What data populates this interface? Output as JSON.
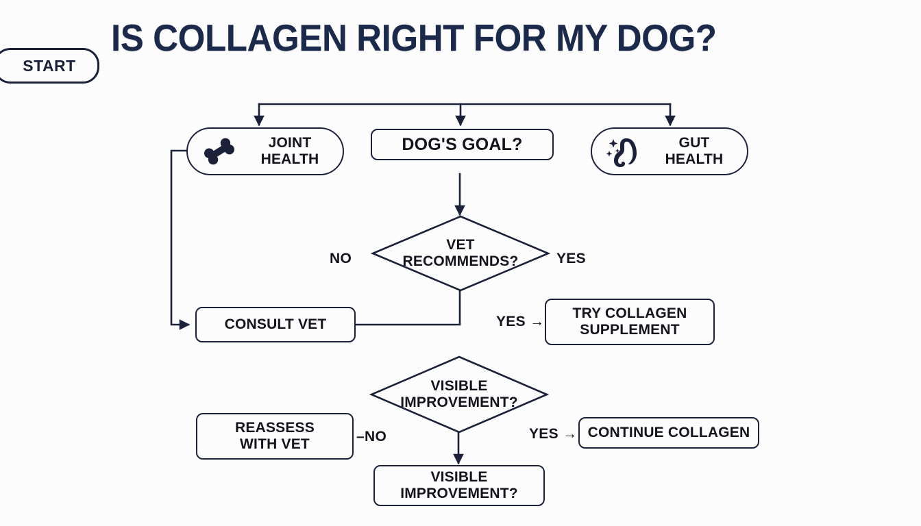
{
  "page": {
    "title": "IS COLLAGEN RIGHT FOR MY DOG?",
    "background_color": "#fcfcfd",
    "ink_color": "#1b2138",
    "title_color": "#1b2a4a"
  },
  "start": {
    "label": "START"
  },
  "chart_data": {
    "type": "flowchart",
    "title": "IS COLLAGEN RIGHT FOR MY DOG?",
    "nodes": [
      {
        "id": "start",
        "label": "START",
        "shape": "pill",
        "icon": "none"
      },
      {
        "id": "joint",
        "label": "JOINT HEALTH",
        "shape": "pill",
        "icon": "bone-icon"
      },
      {
        "id": "goal",
        "label": "DOG'S GOAL?",
        "shape": "rounded",
        "icon": "none"
      },
      {
        "id": "gut",
        "label": "GUT HEALTH",
        "shape": "pill",
        "icon": "stomach-sparkle-icon"
      },
      {
        "id": "vet",
        "label": "VET RECOMMENDS?",
        "shape": "diamond",
        "icon": "none"
      },
      {
        "id": "consult",
        "label": "CONSULT VET",
        "shape": "rounded",
        "icon": "none"
      },
      {
        "id": "try",
        "label": "TRY COLLAGEN SUPPLEMENT",
        "shape": "rounded",
        "icon": "none"
      },
      {
        "id": "improve",
        "label": "VISIBLE IMPROVEMENT?",
        "shape": "diamond",
        "icon": "none"
      },
      {
        "id": "reassess",
        "label": "REASSESS WITH VET",
        "shape": "rounded",
        "icon": "none"
      },
      {
        "id": "continue",
        "label": "CONTINUE COLLAGEN",
        "shape": "rounded",
        "icon": "none"
      },
      {
        "id": "improve_box",
        "label": "VISIBLE IMPROVEMENT?",
        "shape": "rounded",
        "icon": "none"
      }
    ],
    "edges": [
      {
        "from": "goal_bus",
        "to": "joint",
        "label": ""
      },
      {
        "from": "goal_bus",
        "to": "goal",
        "label": ""
      },
      {
        "from": "goal_bus",
        "to": "gut",
        "label": ""
      },
      {
        "from": "goal",
        "to": "vet",
        "label": ""
      },
      {
        "from": "joint",
        "to": "consult",
        "label": ""
      },
      {
        "from": "vet",
        "to": "consult",
        "label": "NO"
      },
      {
        "from": "vet",
        "to": "try",
        "label": "YES"
      },
      {
        "from": "improve",
        "to": "reassess",
        "label": "NO"
      },
      {
        "from": "improve",
        "to": "continue",
        "label": "YES"
      },
      {
        "from": "improve",
        "to": "improve_box",
        "label": ""
      }
    ]
  },
  "nodes": {
    "joint": {
      "line1": "JOINT",
      "line2": "HEALTH",
      "icon": "bone-icon"
    },
    "goal": {
      "label": "DOG'S GOAL?"
    },
    "gut": {
      "line1": "GUT",
      "line2": "HEALTH",
      "icon": "stomach-sparkle-icon"
    },
    "vet": {
      "line1": "VET",
      "line2": "RECOMMENDS?"
    },
    "consult": {
      "label": "CONSULT VET"
    },
    "try": {
      "line1": "TRY COLLAGEN",
      "line2": "SUPPLEMENT"
    },
    "improve": {
      "line1": "VISIBLE",
      "line2": "IMPROVEMENT?"
    },
    "reassess": {
      "line1": "REASSESS",
      "line2": "WITH VET"
    },
    "continue": {
      "label": "CONTINUE COLLAGEN"
    },
    "improve_box": {
      "line1": "VISIBLE",
      "line2": "IMPROVEMENT?"
    }
  },
  "edge_labels": {
    "vet_no": "NO",
    "vet_yes": "YES",
    "try_yes": "YES",
    "improve_no": "NO",
    "improve_yes": "YES"
  }
}
